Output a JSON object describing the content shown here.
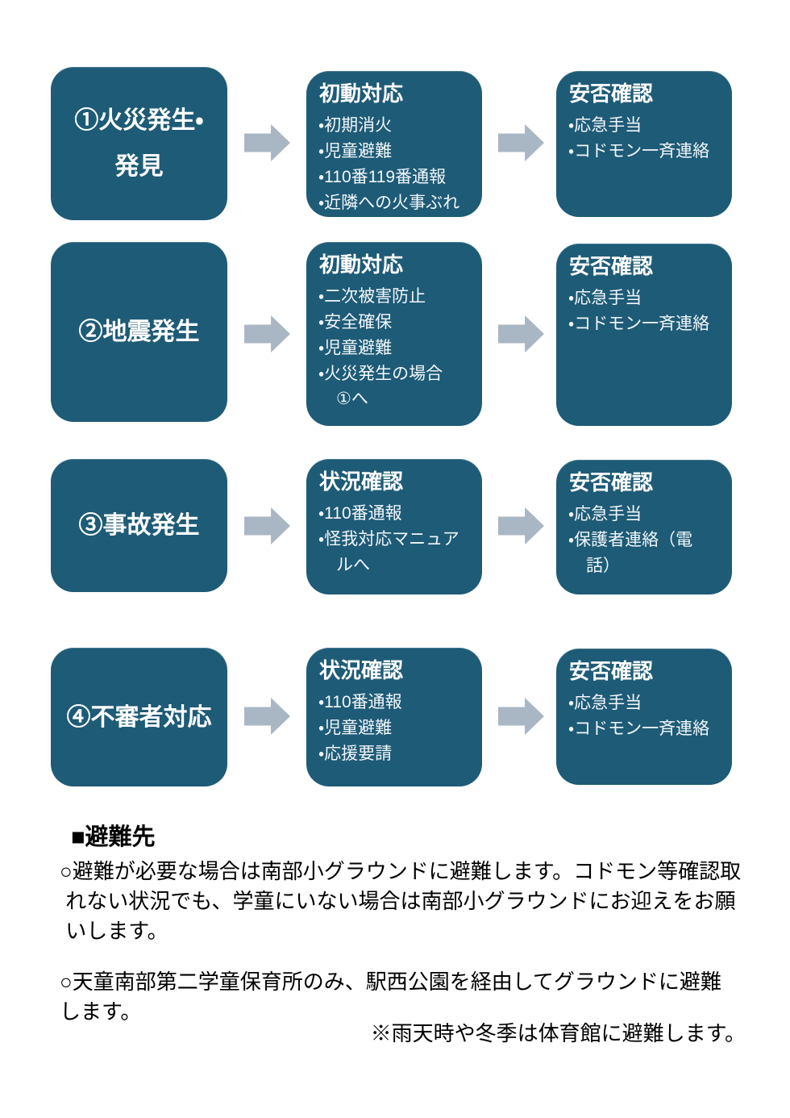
{
  "colors": {
    "box_fill": "#1e5b77",
    "arrow_fill": "#a9b7c4",
    "box_text": "#ffffff",
    "body_text": "#000000"
  },
  "flow_rows": [
    {
      "category": "①火災発生・\n発見",
      "steps": [
        {
          "title": "初動対応",
          "bullets": [
            "・初期消火",
            "・児童避難",
            "・110番119番通報",
            "・近隣への火事ぶれ"
          ]
        },
        {
          "title": "安否確認",
          "bullets": [
            "・応急手当",
            "・コドモン一斉連絡"
          ]
        }
      ]
    },
    {
      "category": "②地震発生",
      "steps": [
        {
          "title": "初動対応",
          "bullets": [
            "・二次被害防止",
            "・安全確保",
            "・児童避難",
            "・火災発生の場合\n①へ"
          ]
        },
        {
          "title": "安否確認",
          "bullets": [
            "・応急手当",
            "・コドモン一斉連絡"
          ]
        }
      ]
    },
    {
      "category": "③事故発生",
      "steps": [
        {
          "title": "状況確認",
          "bullets": [
            "・110番通報",
            "・怪我対応マニュア\nルへ"
          ]
        },
        {
          "title": "安否確認",
          "bullets": [
            "・応急手当",
            "・保護者連絡（電\n話）"
          ]
        }
      ]
    },
    {
      "category": "④不審者対応",
      "steps": [
        {
          "title": "状況確認",
          "bullets": [
            "・110番通報",
            "・児童避難",
            "・応援要請"
          ]
        },
        {
          "title": "安否確認",
          "bullets": [
            "・応急手当",
            "・コドモン一斉連絡"
          ]
        }
      ]
    }
  ],
  "evacuation": {
    "heading": "■避難先",
    "paragraph1": "○避難が必要な場合は南部小グラウンドに避難します。コドモン等確認取\n れない状況でも、学童にいない場合は南部小グラウンドにお迎えをお願\n いします。",
    "paragraph2": "○天童南部第二学童保育所のみ、駅西公園を経由してグラウンドに避難\nします。",
    "weather_note": "※雨天時や冬季は体育館に避難します。"
  }
}
